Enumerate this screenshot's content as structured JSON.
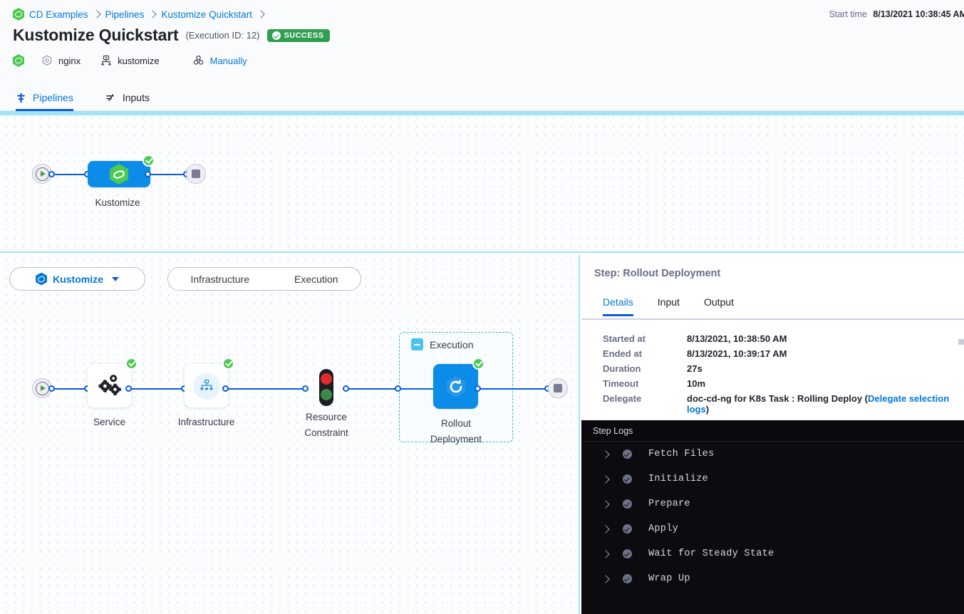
{
  "header": {
    "breadcrumb": [
      {
        "label": "CD Examples",
        "icon": "harness-hex-icon"
      },
      {
        "label": "Pipelines",
        "icon": ""
      },
      {
        "label": "Kustomize Quickstart",
        "icon": ""
      }
    ],
    "title": "Kustomize Quickstart",
    "execution_id": "(Execution ID: 12)",
    "status": "SUCCESS",
    "status_color": "#2e9e4f",
    "meta": {
      "project_icon": "harness-hex-icon",
      "service": "nginx",
      "service_icon": "service-hexagon-icon",
      "environment": "kustomize",
      "environment_icon": "infrastructure-icon",
      "trigger": "Manually",
      "trigger_icon": "trigger-icon"
    },
    "start_time_label": "Start time",
    "start_time_value": "8/13/2021 10:38:45 AM"
  },
  "tabs": [
    {
      "label": "Pipelines",
      "icon": "pipeline-icon",
      "active": true
    },
    {
      "label": "Inputs",
      "icon": "inputs-icon",
      "active": false
    }
  ],
  "top_graph": {
    "start_node": "start-icon",
    "end_node": "stop-icon",
    "nodes": [
      {
        "label": "Kustomize",
        "icon": "harness-hex-icon",
        "status": "success"
      }
    ]
  },
  "stage_selector": {
    "stage_label": "Kustomize",
    "stage_icon": "harness-hex-icon",
    "caret": "chevron-down-icon",
    "segments": [
      "Infrastructure",
      "Execution"
    ]
  },
  "exec_graph": {
    "group_label": "Execution",
    "group_toggle_icon": "minus-icon",
    "nodes": [
      {
        "label": "Service",
        "icon": "service-cogs-icon",
        "status": "success"
      },
      {
        "label": "Infrastructure",
        "icon": "infrastructure-tree-icon",
        "status": "success"
      },
      {
        "label": "Resource\nConstraint",
        "icon": "traffic-light-icon",
        "status": "none"
      },
      {
        "label": "Rollout\nDeployment",
        "icon": "rollout-refresh-icon",
        "status": "success"
      }
    ]
  },
  "panel": {
    "title": "Step: Rollout Deployment",
    "tabs": [
      {
        "label": "Details",
        "active": true
      },
      {
        "label": "Input",
        "active": false
      },
      {
        "label": "Output",
        "active": false
      }
    ],
    "details": [
      {
        "key": "Started at",
        "value": "8/13/2021, 10:38:50 AM"
      },
      {
        "key": "Ended at",
        "value": "8/13/2021, 10:39:17 AM"
      },
      {
        "key": "Duration",
        "value": "27s"
      },
      {
        "key": "Timeout",
        "value": "10m"
      }
    ],
    "delegate_key": "Delegate",
    "delegate_prefix": "doc-cd-ng for K8s Task : Rolling Deploy (",
    "delegate_link": "Delegate selection logs",
    "delegate_suffix": ")",
    "logs_header": "Step Logs",
    "logs": [
      {
        "name": "Fetch Files",
        "status": "success"
      },
      {
        "name": "Initialize",
        "status": "success"
      },
      {
        "name": "Prepare",
        "status": "success"
      },
      {
        "name": "Apply",
        "status": "success"
      },
      {
        "name": "Wait for Steady State",
        "status": "success"
      },
      {
        "name": "Wrap Up",
        "status": "success"
      }
    ]
  }
}
